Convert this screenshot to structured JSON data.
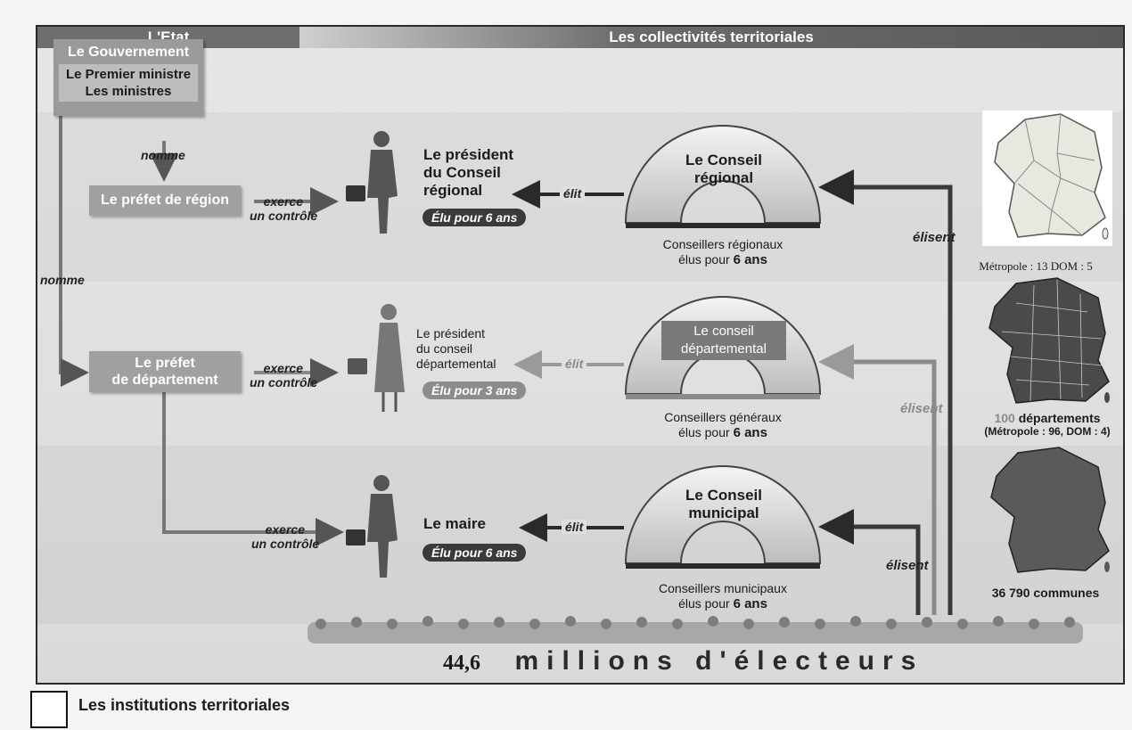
{
  "header": {
    "etat": "L'Etat",
    "collectivites": "Les collectivités territoriales"
  },
  "gouvernement": {
    "title": "Le Gouvernement",
    "line1": "Le Premier ministre",
    "line2": "Les ministres"
  },
  "nomme_top": "nomme",
  "nomme_left": "nomme",
  "prefet_region": "Le préfet de région",
  "prefet_departement": {
    "line1": "Le préfet",
    "line2": "de département"
  },
  "controle": {
    "line1": "exerce",
    "line2": "un contrôle"
  },
  "elit": "élit",
  "elisent": "élisent",
  "regional": {
    "president": [
      "Le président",
      "du Conseil",
      "régional"
    ],
    "mandat": "Élu pour 6 ans",
    "council": [
      "Le Conseil",
      "régional"
    ],
    "caption_line1": "Conseillers régionaux",
    "caption_pre": "élus pour",
    "caption_bold": "6 ans"
  },
  "departemental": {
    "president": [
      "Le président",
      "du conseil",
      "départemental"
    ],
    "mandat": "Élu pour 3 ans",
    "council": [
      "Le conseil",
      "départemental"
    ],
    "caption_line1": "Conseillers généraux",
    "caption_pre": "élus pour",
    "caption_bold": "6 ans"
  },
  "municipal": {
    "president": "Le maire",
    "mandat": "Élu pour 6 ans",
    "council": [
      "Le Conseil",
      "municipal"
    ],
    "caption_line1": "Conseillers municipaux",
    "caption_pre": "élus pour",
    "caption_bold": "6 ans"
  },
  "maps": {
    "regions": "Métropole : 13 DOM : 5",
    "departements_num": "100",
    "departements_word": "départements",
    "departements_detail": "(Métropole : 96, DOM : 4)",
    "communes": "36 790 communes"
  },
  "electeurs": {
    "num": "44,6",
    "word": "millions d'électeurs"
  },
  "footer": {
    "title": "Les institutions territoriales"
  }
}
